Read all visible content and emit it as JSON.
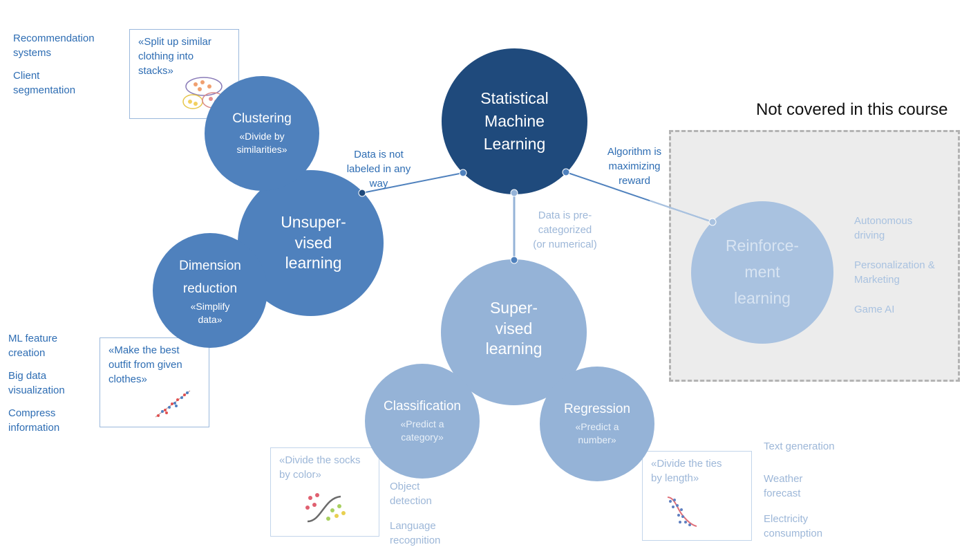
{
  "not_covered_label": "Not covered in this course",
  "nodes": {
    "statistical_ml": {
      "title": "Statistical\nMachine\nLearning"
    },
    "unsupervised": {
      "title": "Unsuper-\nvised\nlearning"
    },
    "supervised": {
      "title": "Super-\nvised\nlearning"
    },
    "reinforcement": {
      "title": "Reinforce-\nment\nlearning"
    },
    "clustering": {
      "title": "Clustering",
      "subtitle": "«Divide by\nsimilarities»"
    },
    "dimension_reduction": {
      "title": "Dimension\nreduction",
      "subtitle": "«Simplify\ndata»"
    },
    "classification": {
      "title": "Classification",
      "subtitle": "«Predict a\ncategory»"
    },
    "regression": {
      "title": "Regression",
      "subtitle": "«Predict a\nnumber»"
    }
  },
  "edge_labels": {
    "unsupervised": "Data is not\nlabeled in any\nway",
    "supervised": "Data is pre-\ncategorized\n(or numerical)",
    "reinforcement": "Algorithm is\nmaximizing\nreward"
  },
  "examples": {
    "clustering": "«Split up similar\nclothing into\nstacks»",
    "dimension_reduction": "«Make the best\noutfit from given\nclothes»",
    "classification": "«Divide the socks\nby color»",
    "regression": "«Divide the ties\nby length»"
  },
  "applications": {
    "clustering": [
      "Recommendation\nsystems",
      "Client\nsegmentation"
    ],
    "dimension_reduction": [
      "ML feature\ncreation",
      "Big data\nvisualization",
      "Compress\ninformation"
    ],
    "classification": [
      "Object\ndetection",
      "Language\nrecognition"
    ],
    "regression": [
      "Text generation",
      "Weather\nforecast",
      "Electricity\nconsumption"
    ],
    "reinforcement": [
      "Autonomous\ndriving",
      "Personalization &\nMarketing",
      "Game AI"
    ]
  },
  "colors": {
    "dark_blue": "#1f4a7c",
    "mid_blue": "#4f81bd",
    "light_blue": "#95b3d7",
    "text_blue": "#2e6db3",
    "text_light": "#9db7d8",
    "grey_box": "#ececec"
  }
}
